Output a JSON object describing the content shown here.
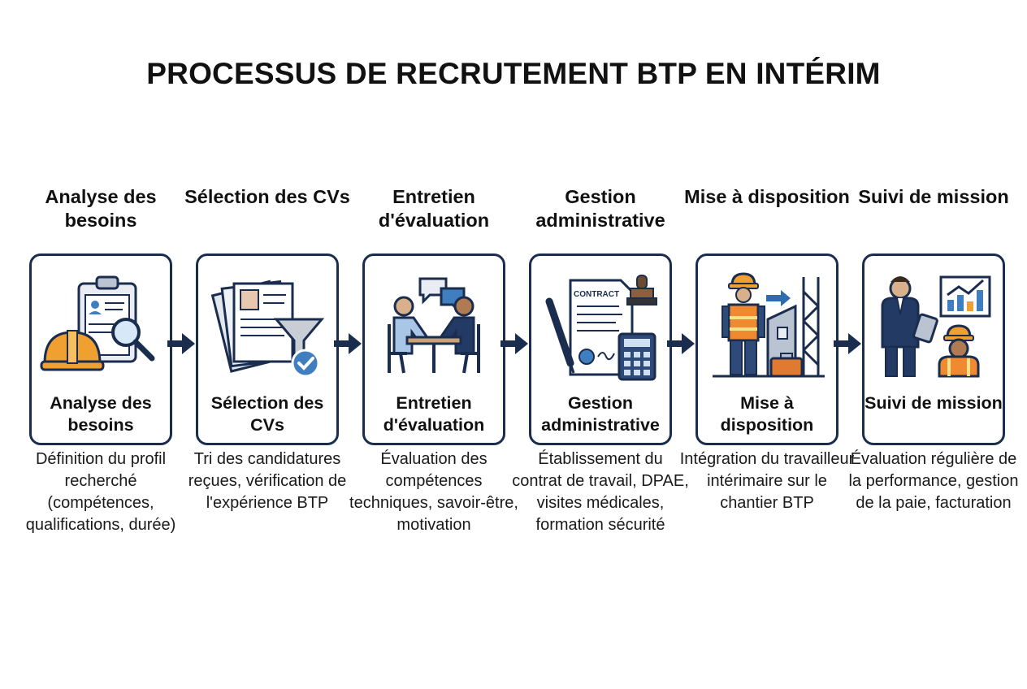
{
  "title": "PROCESSUS DE RECRUTEMENT BTP EN INTÉRIM",
  "colors": {
    "navy": "#1b2d4f",
    "orange": "#f0a030",
    "blue": "#3f7fc0"
  },
  "steps": [
    {
      "title": "Analyse des besoins",
      "label": "Analyse des besoins",
      "icon": "clipboard-magnifier-helmet-icon",
      "description": "Définition du profil recherché (compétences, qualifications, durée)"
    },
    {
      "title": "Sélection des CVs",
      "label": "Sélection des CVs",
      "icon": "cv-stack-filter-check-icon",
      "description": "Tri des candidatures reçues, vérification de l'expérience BTP"
    },
    {
      "title": "Entretien d'évaluation",
      "label": "Entretien d'évaluation",
      "icon": "interview-table-icon",
      "description": "Évaluation des compétences techniques, savoir-être, motivation"
    },
    {
      "title": "Gestion administrative",
      "label": "Gestion administrative",
      "icon": "contract-stamp-calculator-icon",
      "contract_text": "CONTRACT",
      "description": "Établissement du contrat de travail, DPAE, visites médicales, formation sécurité"
    },
    {
      "title": "Mise à disposition",
      "label": "Mise à disposition",
      "icon": "worker-construction-site-icon",
      "description": "Intégration du travailleur intérimaire sur le chantier BTP"
    },
    {
      "title": "Suivi de mission",
      "label": "Suivi de mission",
      "icon": "manager-chart-worker-icon",
      "description": "Évaluation régulière de la performance, gestion de la paie, facturation"
    }
  ]
}
